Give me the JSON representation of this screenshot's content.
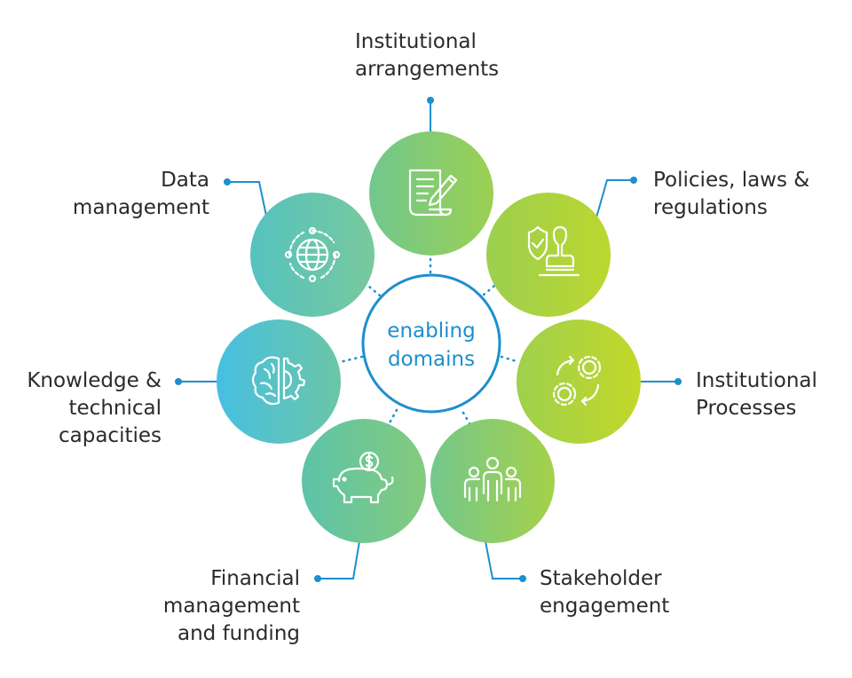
{
  "center": {
    "line1": "enabling",
    "line2": "domains"
  },
  "domains": [
    {
      "id": "institutional-arrangements",
      "lines": [
        "Institutional",
        "arrangements"
      ],
      "icon": "document-pen-icon"
    },
    {
      "id": "policies-laws-regulations",
      "lines": [
        "Policies, laws &",
        "regulations"
      ],
      "icon": "shield-stamp-icon"
    },
    {
      "id": "institutional-processes",
      "lines": [
        "Institutional",
        "Processes"
      ],
      "icon": "gears-cycle-icon"
    },
    {
      "id": "stakeholder-engagement",
      "lines": [
        "Stakeholder",
        "engagement"
      ],
      "icon": "people-group-icon"
    },
    {
      "id": "financial-management-funding",
      "lines": [
        "Financial",
        "management",
        "and funding"
      ],
      "icon": "piggy-bank-icon"
    },
    {
      "id": "knowledge-technical-capacities",
      "lines": [
        "Knowledge &",
        "technical",
        "capacities"
      ],
      "icon": "brain-gear-icon"
    },
    {
      "id": "data-management",
      "lines": [
        "Data",
        "management"
      ],
      "icon": "globe-network-icon"
    }
  ],
  "colors": {
    "accent": "#1c8fce",
    "connector": "#1c8fce",
    "text": "#2b2b2b",
    "teal": "#4ec3c6",
    "blue": "#4bbfe0",
    "green": "#8ccc5a",
    "lime": "#b6d53a"
  }
}
